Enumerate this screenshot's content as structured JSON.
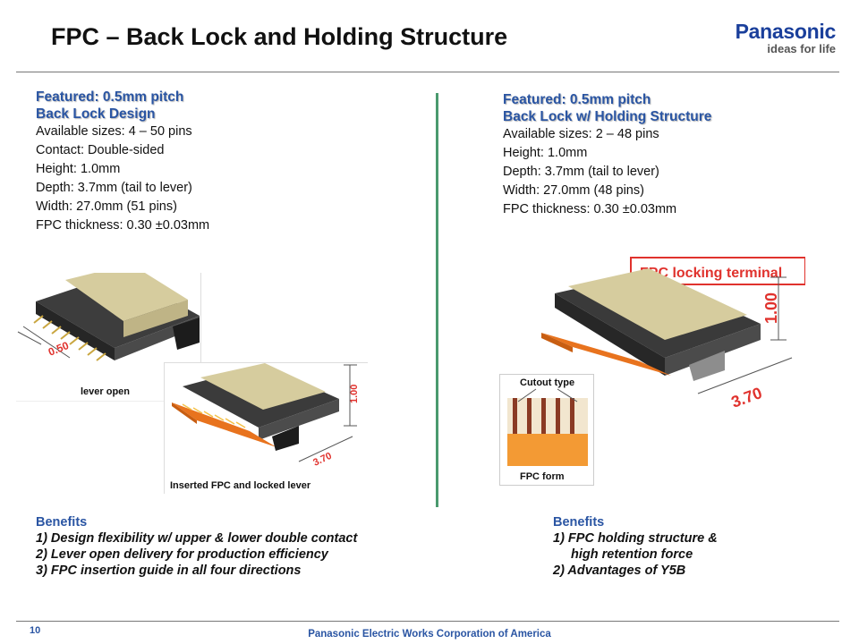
{
  "header": {
    "title": "FPC – Back Lock and Holding Structure",
    "logo_brand": "Panasonic",
    "logo_tagline": "ideas for life"
  },
  "left": {
    "heading1": "Featured: 0.5mm pitch",
    "heading2": "Back Lock Design",
    "specs": [
      "Available sizes: 4 – 50 pins",
      "Contact: Double-sided",
      "Height: 1.0mm",
      "Depth: 3.7mm (tail to lever)",
      "Width: 27.0mm (51 pins)",
      "FPC thickness: 0.30 ±0.03mm"
    ],
    "figure_lever": {
      "dimension": "0.50",
      "caption": "lever open"
    },
    "figure_locked": {
      "dim_height": "1.00",
      "dim_depth": "3.70",
      "caption": "Inserted FPC and locked lever"
    },
    "benefits_title": "Benefits",
    "benefits": [
      "1) Design flexibility w/ upper & lower double contact",
      "2) Lever open delivery for production efficiency",
      "3) FPC insertion guide in all four directions"
    ]
  },
  "right": {
    "heading1": "Featured: 0.5mm pitch",
    "heading2": "Back Lock w/ Holding Structure",
    "specs": [
      "Available sizes: 2 – 48 pins",
      "Height: 1.0mm",
      "Depth: 3.7mm (tail to lever)",
      "Width: 27.0mm (48 pins)",
      "FPC thickness: 0.30 ±0.03mm"
    ],
    "figure_hold": {
      "callout": "FPC locking terminal",
      "dim_height": "1.00",
      "dim_depth": "3.70"
    },
    "figure_form": {
      "label_top": "Cutout type",
      "label_bottom": "FPC form"
    },
    "benefits_title": "Benefits",
    "benefits_line1": "1) FPC holding structure &",
    "benefits_line1_cont": "high retention force",
    "benefits_line2": "2) Advantages of Y5B"
  },
  "footer": {
    "page_number": "10",
    "company": "Panasonic Electric Works Corporation of America"
  },
  "colors": {
    "heading_blue": "#2a55a3",
    "logo_blue": "#1a3f9b",
    "divider_green": "#4a9a6e",
    "dimension_red": "#e0322d",
    "fpc_orange": "#e8731e"
  }
}
